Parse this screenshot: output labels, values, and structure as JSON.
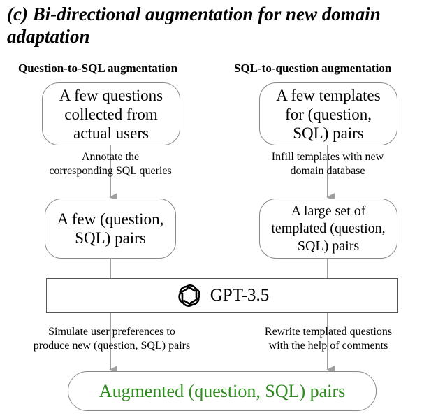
{
  "title": {
    "line1": "(c) Bi-directional augmentation for new domain",
    "line2": "adaptation"
  },
  "left_column": {
    "header": "Question-to-SQL augmentation",
    "top_box": [
      "A few questions",
      "collected from",
      "actual users"
    ],
    "edge_label": [
      "Annotate the",
      "corresponding SQL queries"
    ],
    "mid_box": [
      "A few (question,",
      "SQL) pairs"
    ],
    "bottom_edge_label": [
      "Simulate user preferences to",
      "produce new (question, SQL) pairs"
    ]
  },
  "right_column": {
    "header": "SQL-to-question augmentation",
    "top_box": [
      "A few templates",
      "for (question,",
      "SQL) pairs"
    ],
    "edge_label": [
      "Infill templates with new",
      "domain database"
    ],
    "mid_box": [
      "A large set of",
      "templated (question,",
      "SQL) pairs"
    ],
    "bottom_edge_label": [
      "Rewrite templated questions",
      "with the help of comments"
    ]
  },
  "model": {
    "name": "GPT-3.5",
    "icon": "openai-logo-icon"
  },
  "output": {
    "label": "Augmented (question, SQL) pairs",
    "color": "#2e8b1e"
  },
  "colors": {
    "arrow": "#a0a0a0",
    "box_border": "#8a8a8a"
  }
}
